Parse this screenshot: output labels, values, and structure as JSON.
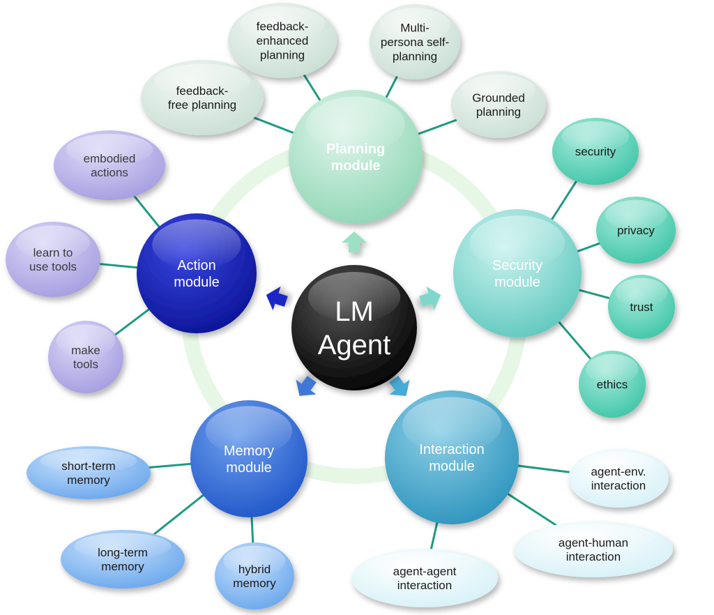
{
  "center": {
    "lines": [
      "LM",
      "Agent"
    ],
    "fill": "#000000"
  },
  "modules": [
    {
      "id": "planning",
      "lines": [
        "Planning",
        "module"
      ],
      "bold": true,
      "colors": [
        "#dff5ea",
        "#8fd6b5"
      ],
      "textColor": "#ffffff",
      "leaves": [
        {
          "id": "feedback-free-planning",
          "lines": [
            "feedback-",
            "free planning"
          ]
        },
        {
          "id": "feedback-enhanced-planning",
          "lines": [
            "feedback-",
            "enhanced",
            "planning"
          ]
        },
        {
          "id": "multi-persona-self-planning",
          "lines": [
            "Multi-",
            "persona self-",
            "planning"
          ]
        },
        {
          "id": "grounded-planning",
          "lines": [
            "Grounded",
            "planning"
          ]
        }
      ],
      "leafColors": [
        "#f2f7f4",
        "#c9dfd4"
      ],
      "leafTextColor": "#1a1a1a"
    },
    {
      "id": "security",
      "lines": [
        "Security",
        "module"
      ],
      "bold": false,
      "colors": [
        "#cdf3ef",
        "#5fc8bf"
      ],
      "textColor": "#ffffff",
      "leaves": [
        {
          "id": "security",
          "lines": [
            "security"
          ]
        },
        {
          "id": "privacy",
          "lines": [
            "privacy"
          ]
        },
        {
          "id": "trust",
          "lines": [
            "trust"
          ]
        },
        {
          "id": "ethics",
          "lines": [
            "ethics"
          ]
        }
      ],
      "leafColors": [
        "#a8eadb",
        "#3fc6a8"
      ],
      "leafTextColor": "#1a1a1a"
    },
    {
      "id": "interaction",
      "lines": [
        "Interaction",
        "module"
      ],
      "bold": false,
      "colors": [
        "#8fd0e6",
        "#2d94bd"
      ],
      "textColor": "#ffffff",
      "leaves": [
        {
          "id": "agent-env-interaction",
          "lines": [
            "agent-env.",
            "interaction"
          ]
        },
        {
          "id": "agent-human-interaction",
          "lines": [
            "agent-human",
            "interaction"
          ]
        },
        {
          "id": "agent-agent-interaction",
          "lines": [
            "agent-agent",
            "interaction"
          ]
        }
      ],
      "leafColors": [
        "#ffffff",
        "#d6f1f7"
      ],
      "leafTextColor": "#1a1a1a"
    },
    {
      "id": "memory",
      "lines": [
        "Memory",
        "module"
      ],
      "bold": false,
      "colors": [
        "#6fa0ec",
        "#1f56c9"
      ],
      "textColor": "#ffffff",
      "leaves": [
        {
          "id": "short-term-memory",
          "lines": [
            "short-term",
            "memory"
          ]
        },
        {
          "id": "long-term-memory",
          "lines": [
            "long-term",
            "memory"
          ]
        },
        {
          "id": "hybrid-memory",
          "lines": [
            "hybrid",
            "memory"
          ]
        }
      ],
      "leafColors": [
        "#c7e0fb",
        "#6aa7ec"
      ],
      "leafTextColor": "#1a1a1a"
    },
    {
      "id": "action",
      "lines": [
        "Action",
        "module"
      ],
      "bold": false,
      "colors": [
        "#3a46e0",
        "#0a1496"
      ],
      "textColor": "#ffffff",
      "leaves": [
        {
          "id": "embodied-actions",
          "lines": [
            "embodied",
            "actions"
          ]
        },
        {
          "id": "learn-to-use-tools",
          "lines": [
            "learn to",
            "use tools"
          ]
        },
        {
          "id": "make-tools",
          "lines": [
            "make",
            "tools"
          ]
        }
      ],
      "leafColors": [
        "#dcd9f7",
        "#a49de0"
      ],
      "leafTextColor": "#3a3a3a"
    }
  ],
  "colors": {
    "ring": "#e6f7e6",
    "connector": "#1e9a82"
  }
}
